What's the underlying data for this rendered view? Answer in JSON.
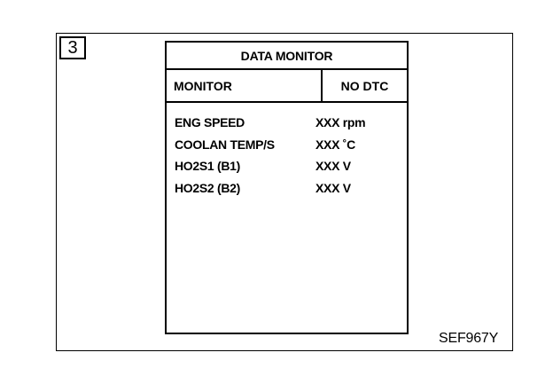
{
  "step": {
    "number": "3"
  },
  "screen": {
    "title": "DATA MONITOR",
    "column_left": "MONITOR",
    "column_right": "NO DTC",
    "items": [
      {
        "name": "ENG SPEED",
        "value": "XXX rpm"
      },
      {
        "name": "COOLAN TEMP/S",
        "value": "XXX ˚C"
      },
      {
        "name": "HO2S1 (B1)",
        "value": "XXX V"
      },
      {
        "name": "HO2S2 (B2)",
        "value": "XXX V"
      }
    ]
  },
  "figure": {
    "code": "SEF967Y"
  }
}
